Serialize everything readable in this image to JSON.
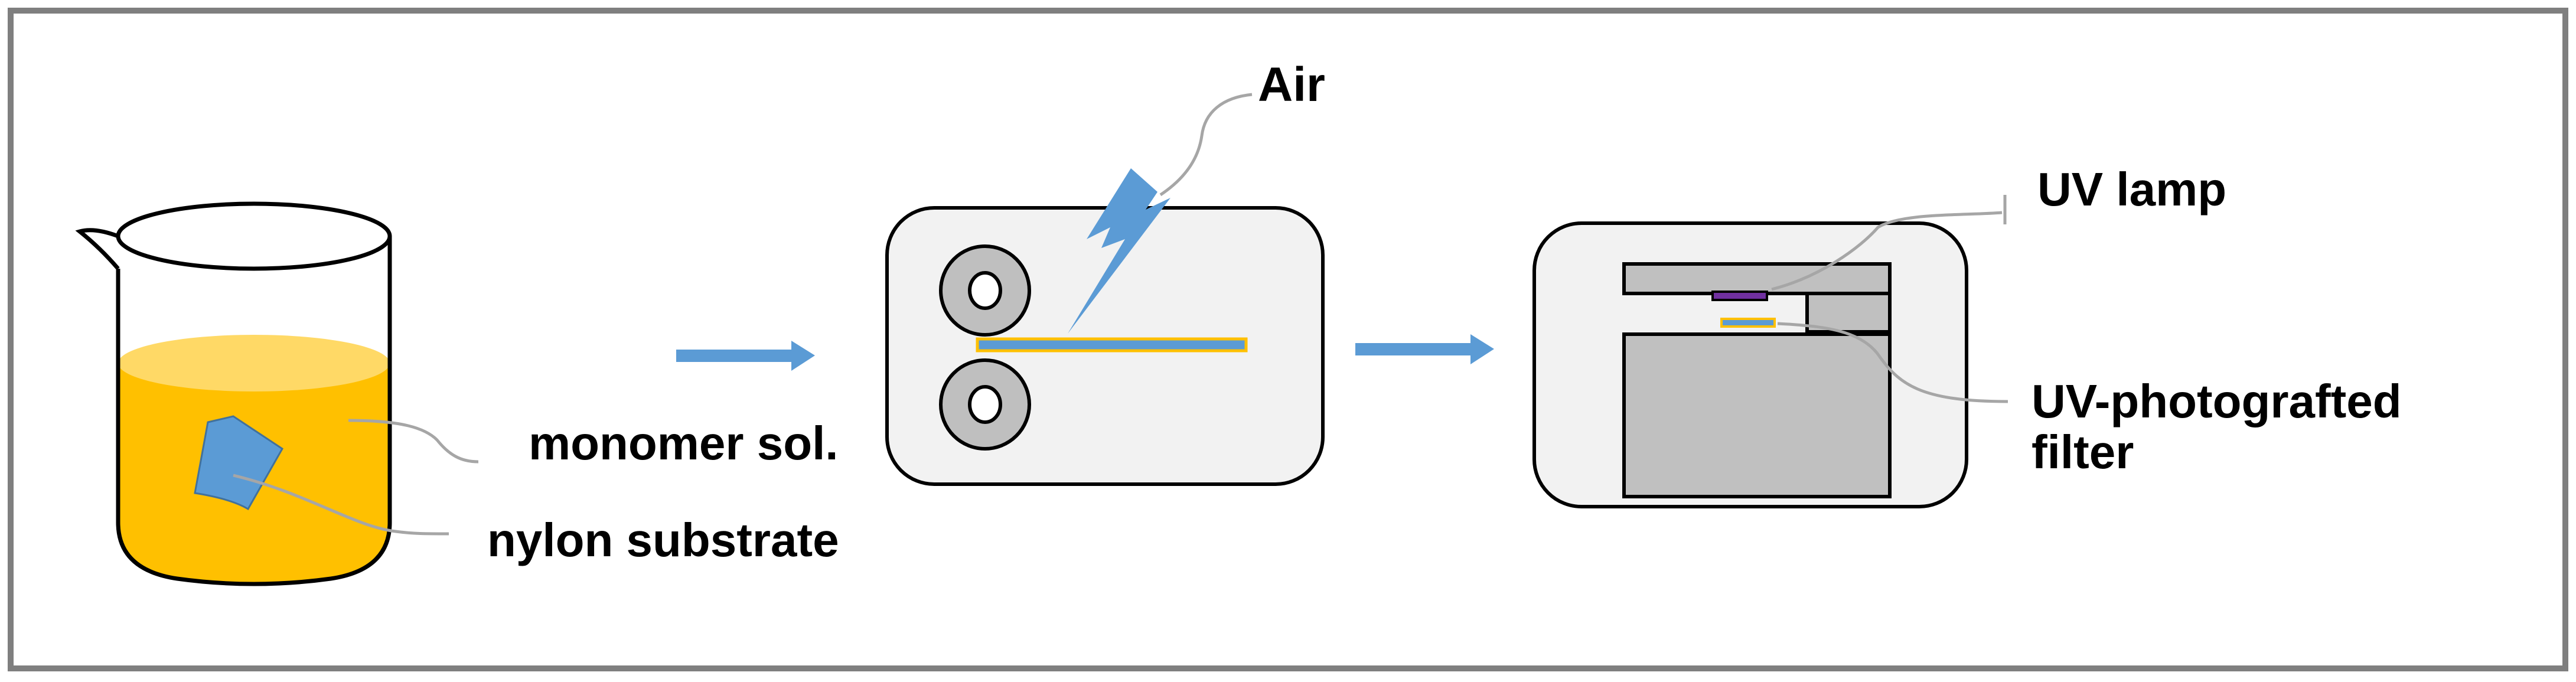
{
  "labels": {
    "air": "Air",
    "monomer": "monomer sol.",
    "nylon": "nylon substrate",
    "uv_lamp": "UV lamp",
    "filter_line1": "UV-photografted",
    "filter_line2": "filter"
  },
  "icons": {
    "beaker": "beaker-icon",
    "roller": "roller-icon",
    "air_jet": "lightning-bolt-icon",
    "uv_chamber": "uv-chamber-icon",
    "arrow": "right-arrow-icon"
  },
  "colors": {
    "frame": "#7f7f7f",
    "solution": "#ffc000",
    "solution_surface": "#ffd966",
    "substrate": "#5b9bd5",
    "arrow": "#5b9bd5",
    "box_fill": "#f2f2f2",
    "roller": "#bfbfbf",
    "chamber_grey": "#c0c0c0",
    "lamp": "#7030a0",
    "leader_line": "#a6a6a6"
  }
}
